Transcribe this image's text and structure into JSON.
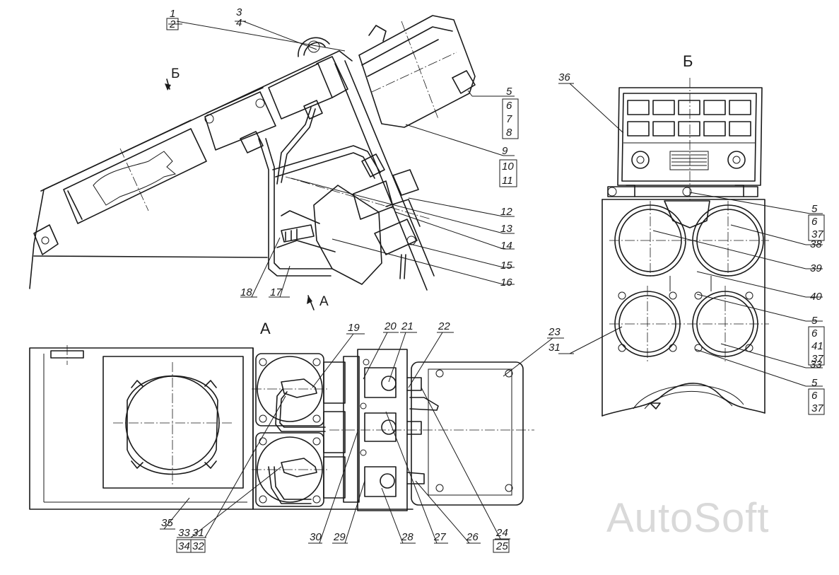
{
  "views": {
    "top": "Б",
    "a_section": "А",
    "b_section": "Б",
    "a_arrow": "А"
  },
  "callouts": {
    "c1": "1",
    "c2": "2",
    "c3": "3",
    "c4": "4",
    "c5a": "5",
    "c6a": "6",
    "c7": "7",
    "c8": "8",
    "c9": "9",
    "c10": "10",
    "c11": "11",
    "c12": "12",
    "c13": "13",
    "c14": "14",
    "c15": "15",
    "c16": "16",
    "c17": "17",
    "c18": "18",
    "c19": "19",
    "c20": "20",
    "c21": "21",
    "c22": "22",
    "c23": "23",
    "c31a": "31",
    "c24": "24",
    "c25": "25",
    "c26": "26",
    "c27": "27",
    "c28": "28",
    "c29": "29",
    "c30": "30",
    "c33": "33",
    "c34": "34",
    "c31b": "31",
    "c32a": "32",
    "c35": "35",
    "c36": "36",
    "c5b": "5",
    "c6b": "6",
    "c37a": "37",
    "c38": "38",
    "c39": "39",
    "c40": "40",
    "c5c": "5",
    "c6c": "6",
    "c41": "41",
    "c37b": "37",
    "c33b": "33",
    "c5d": "5",
    "c6d": "6",
    "c37c": "37"
  },
  "watermark": "AutoSoft"
}
